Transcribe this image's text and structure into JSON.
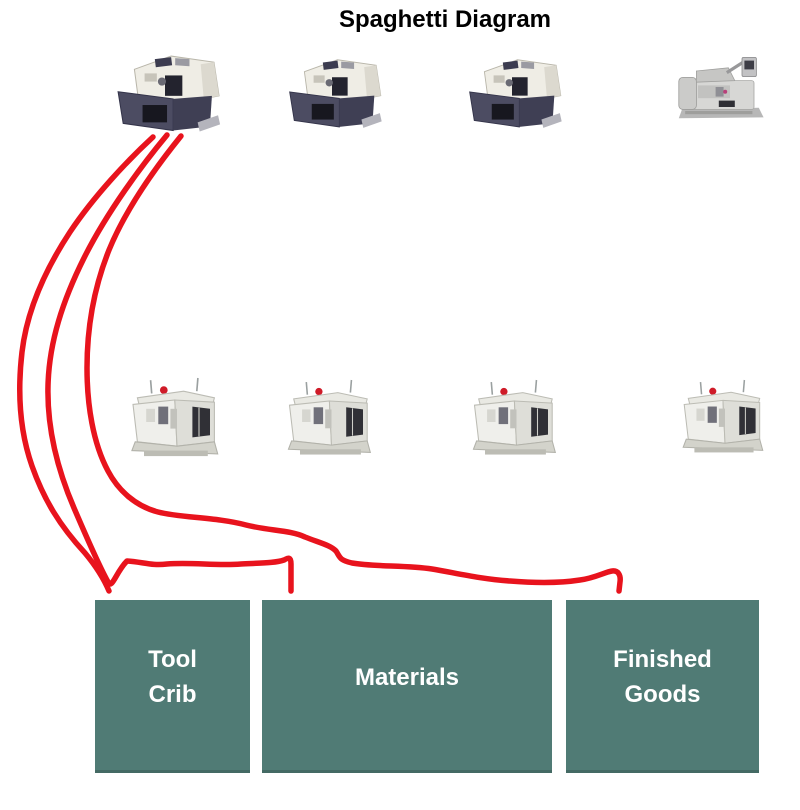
{
  "title": "Spaghetti Diagram",
  "colors": {
    "flow_line": "#e8131d",
    "station_fill": "#507b75",
    "station_text": "#ffffff",
    "title_text": "#000000"
  },
  "machines": {
    "top_row": [
      {
        "icon": "cnc-lathe-icon"
      },
      {
        "icon": "cnc-lathe-icon"
      },
      {
        "icon": "cnc-lathe-icon"
      },
      {
        "icon": "toolroom-lathe-icon"
      }
    ],
    "bottom_row": [
      {
        "icon": "vmc-machine-icon"
      },
      {
        "icon": "vmc-machine-icon"
      },
      {
        "icon": "vmc-machine-icon"
      },
      {
        "icon": "vmc-machine-icon"
      }
    ]
  },
  "stations": [
    {
      "id": "tool-crib",
      "line1": "Tool",
      "line2": "Crib"
    },
    {
      "id": "materials",
      "line1": "Materials",
      "line2": ""
    },
    {
      "id": "finished-goods",
      "line1": "Finished",
      "line2": "Goods"
    }
  ],
  "flows": [
    {
      "from": "machine-top-1",
      "to": "tool-crib"
    },
    {
      "from": "machine-top-1",
      "to": "materials"
    },
    {
      "from": "machine-top-1",
      "to": "finished-goods"
    }
  ]
}
